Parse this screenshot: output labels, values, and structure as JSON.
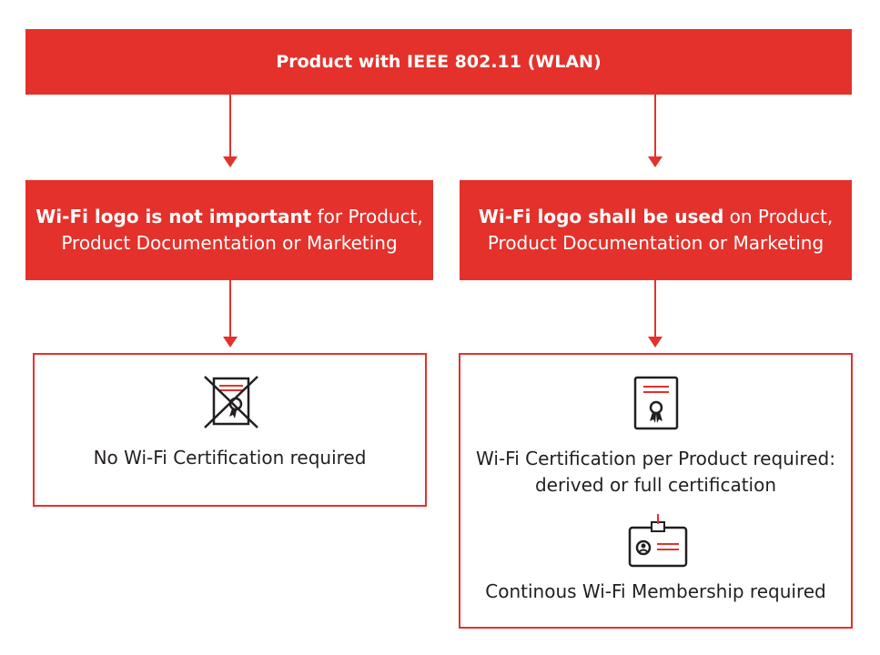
{
  "top": {
    "label": "Product with IEEE 802.11 (WLAN)"
  },
  "left_branch": {
    "bold": "Wi-Fi logo is not important",
    "rest_line1": " for Product,",
    "line2": "Product Documentation or Marketing",
    "result": "No Wi-Fi Certification required",
    "icon": "crossed-out-certificate-icon"
  },
  "right_branch": {
    "bold": "Wi-Fi logo shall be used",
    "rest_line1": " on Product,",
    "line2": "Product Documentation or Marketing",
    "result_line1": "Wi-Fi Certification per Product required:",
    "result_line2": "derived or full certification",
    "result2": "Continous Wi-Fi Membership required",
    "icon1": "certificate-icon",
    "icon2": "membership-badge-icon"
  },
  "colors": {
    "accent": "#e4312b",
    "text": "#231f20"
  }
}
